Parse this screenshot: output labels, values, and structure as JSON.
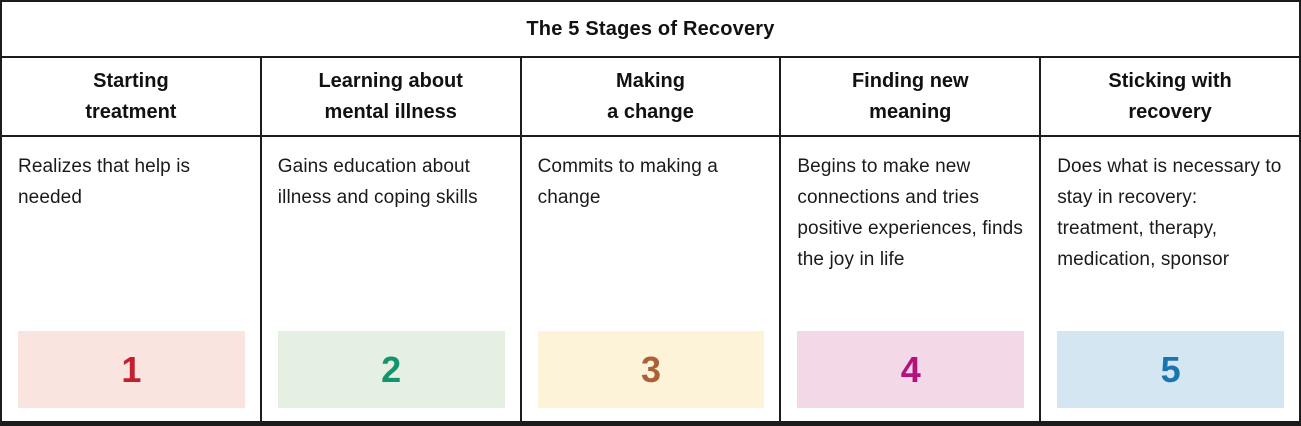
{
  "title": "The 5 Stages of Recovery",
  "stages": [
    {
      "header": "Starting\ntreatment",
      "description": "Realizes that help is needed",
      "number": "1",
      "number_color": "#c2202f",
      "box_bg": "#fae4df"
    },
    {
      "header": "Learning about\nmental illness",
      "description": "Gains education about illness and coping skills",
      "number": "2",
      "number_color": "#14946e",
      "box_bg": "#e5f0e2"
    },
    {
      "header": "Making\na change",
      "description": "Commits to making a change",
      "number": "3",
      "number_color": "#aa6039",
      "box_bg": "#fdf3d8"
    },
    {
      "header": "Finding new\nmeaning",
      "description": "Begins to make new connections and tries positive experiences, finds the joy in life",
      "number": "4",
      "number_color": "#b3127c",
      "box_bg": "#f3d8e8"
    },
    {
      "header": "Sticking with\nrecovery",
      "description": "Does what is necessary to stay in recovery: treatment, therapy, medication, sponsor",
      "number": "5",
      "number_color": "#1a74ae",
      "box_bg": "#d4e6f1"
    }
  ],
  "colors": {
    "border": "#1c1c1c",
    "background": "#ffffff",
    "text": "#1a1a1a"
  }
}
